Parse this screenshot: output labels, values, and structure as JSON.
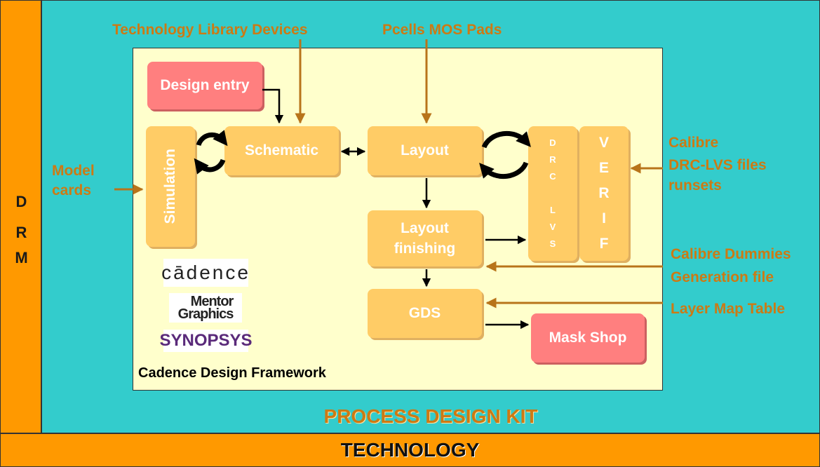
{
  "drm": {
    "letters": [
      "D",
      "R",
      "M"
    ]
  },
  "technology": "TECHNOLOGY",
  "pdk_title": "PROCESS DESIGN KIT",
  "framework_label": "Cadence Design Framework",
  "top_labels": {
    "tech_lib": "Technology Library Devices",
    "pcells": "Pcells MOS Pads"
  },
  "left_label": {
    "line1": "Model",
    "line2": "cards"
  },
  "right_labels": {
    "calibre_line1": "Calibre",
    "calibre_line2": "DRC-LVS files",
    "calibre_line3": "runsets",
    "dummies_line1": "Calibre Dummies",
    "dummies_line2": "Generation file",
    "layer_map": "Layer Map Table"
  },
  "boxes": {
    "design_entry": "Design entry",
    "simulation": "Simulation",
    "schematic": "Schematic",
    "layout": "Layout",
    "layout_finishing_line1": "Layout",
    "layout_finishing_line2": "finishing",
    "gds": "GDS",
    "mask_shop": "Mask Shop",
    "drc_lvs": [
      "D",
      "R",
      "C",
      "",
      "L",
      "V",
      "S"
    ],
    "verif": [
      "V",
      "E",
      "R",
      "I",
      "F"
    ]
  },
  "logos": {
    "cadence": "cādence",
    "mentor_line1": "Mentor",
    "mentor_line2": "Graphics",
    "synopsys": "SYNOPSYS"
  },
  "colors": {
    "drm_band": "#ff9900",
    "pdk_background": "#33cccc",
    "framework_background": "#ffffcc",
    "box": "#ffcc66",
    "pink_box": "#ff7f7f",
    "label_text": "#cc7a14",
    "arrow_orange": "#b8741a"
  }
}
